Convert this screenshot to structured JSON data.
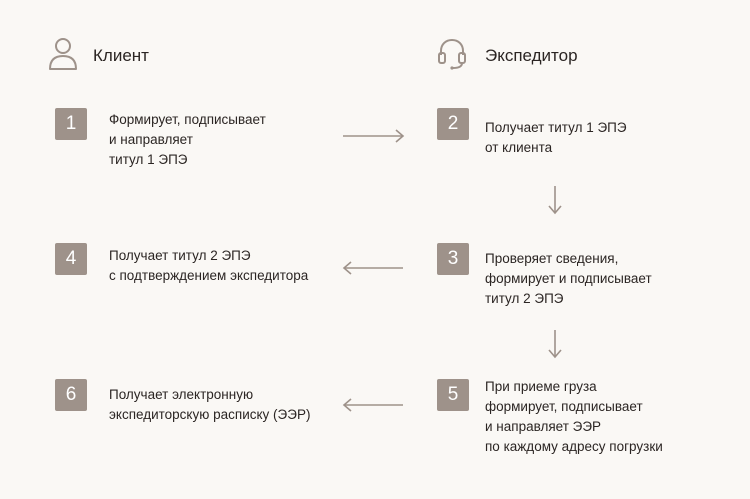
{
  "columns": {
    "client": {
      "title": "Клиент",
      "icon": "user-icon"
    },
    "forwarder": {
      "title": "Экспедитор",
      "icon": "headset-icon"
    }
  },
  "steps": [
    {
      "number": "1",
      "lines": [
        "Формирует, подписывает",
        "и направляет",
        "титул 1 ЭПЭ"
      ]
    },
    {
      "number": "2",
      "lines": [
        "Получает титул 1 ЭПЭ",
        "от клиента"
      ]
    },
    {
      "number": "3",
      "lines": [
        "Проверяет сведения,",
        "формирует и подписывает",
        "титул 2 ЭПЭ"
      ]
    },
    {
      "number": "4",
      "lines": [
        "Получает титул 2 ЭПЭ",
        "с подтверждением экспедитора"
      ]
    },
    {
      "number": "5",
      "lines": [
        "При приеме груза",
        "формирует, подписывает",
        "и направляет ЭЭР",
        "по каждому адресу погрузки"
      ]
    },
    {
      "number": "6",
      "lines": [
        "Получает электронную",
        "экспедиторскую расписку (ЭЭР)"
      ]
    }
  ],
  "colors": {
    "badge": "#9e928a",
    "arrow": "#9e928a",
    "background": "#faf8f5",
    "text": "#2b2523"
  }
}
